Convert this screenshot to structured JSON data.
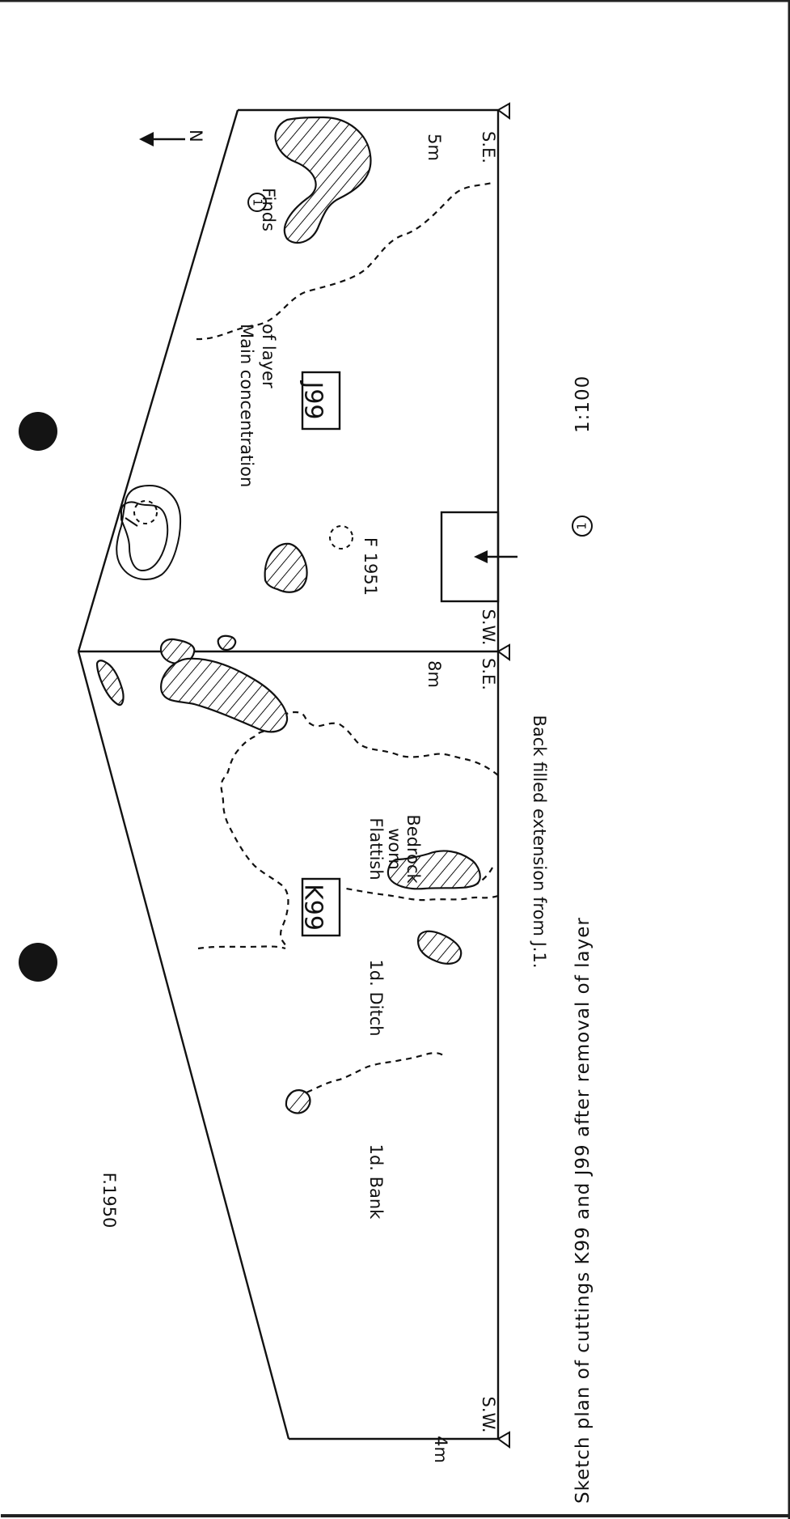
{
  "plan": {
    "caption": "Sketch plan of cuttings K99 and J99 after removal of layer",
    "caption_layer_number": "1",
    "scale": "1:100",
    "cutting_k99": "K99",
    "cutting_j99": "J99",
    "north": "N",
    "labels": {
      "feature_1950": "F.1950",
      "bank": "1d. Bank",
      "ditch": "1d. Ditch",
      "bedrock_line1": "Flattish",
      "bedrock_line2": "worn",
      "bedrock_line3": "Bedrock",
      "feature_1951": "F 1951",
      "concentration_line1": "Main concentration",
      "concentration_line2": "of  layer",
      "concentration_layer_number": "1",
      "concentration_line2_end": "Finds",
      "backfill": "Back filled extension from J.1.",
      "dim_4m": "4m",
      "dim_8m": "8m",
      "dim_5m": "5m",
      "sw_k99": "S.W.",
      "se_k99": "S.E.",
      "sw_j99": "S.W.",
      "se_j99": "S.E."
    }
  }
}
